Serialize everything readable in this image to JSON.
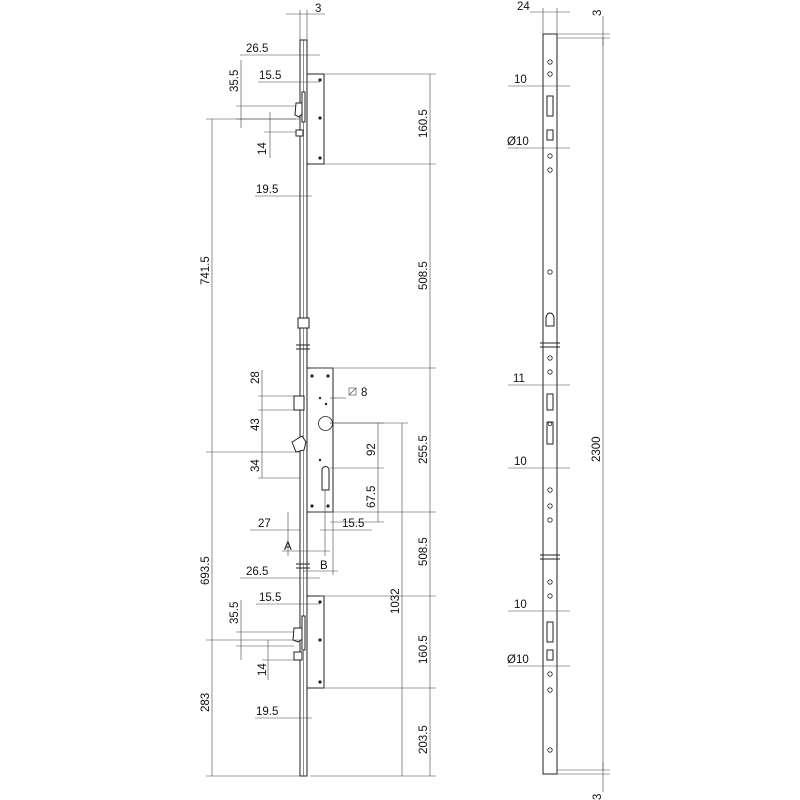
{
  "drawing": {
    "labels": {
      "w3_top": "3",
      "off_26_5_top": "26.5",
      "off_15_5_top": "15.5",
      "h35_5_top": "35.5",
      "h14_top": "14",
      "off_19_5_top": "19.5",
      "h160_5_top": "160.5",
      "h741_5": "741.5",
      "h508_5_top": "508.5",
      "h28": "28",
      "sq8": "8",
      "h43": "43",
      "h92": "92",
      "h255_5": "255.5",
      "h34": "34",
      "h67_5": "67.5",
      "off27": "27",
      "off15_5_mid": "15.5",
      "dimA": "A",
      "dimB": "B",
      "h508_5_bot": "508.5",
      "h693_5": "693.5",
      "off_26_5_bot": "26.5",
      "off_15_5_bot": "15.5",
      "h1032": "1032",
      "h35_5_bot": "35.5",
      "h160_5_bot": "160.5",
      "h14_bot": "14",
      "h283": "283",
      "off_19_5_bot": "19.5",
      "h203_5": "203.5",
      "w24": "24",
      "g3_top": "3",
      "s10_a": "10",
      "d10_a": "Ø10",
      "h2300": "2300",
      "s11": "11",
      "s10_b": "10",
      "s10_c": "10",
      "d10_b": "Ø10",
      "g3_bot": "3"
    }
  }
}
